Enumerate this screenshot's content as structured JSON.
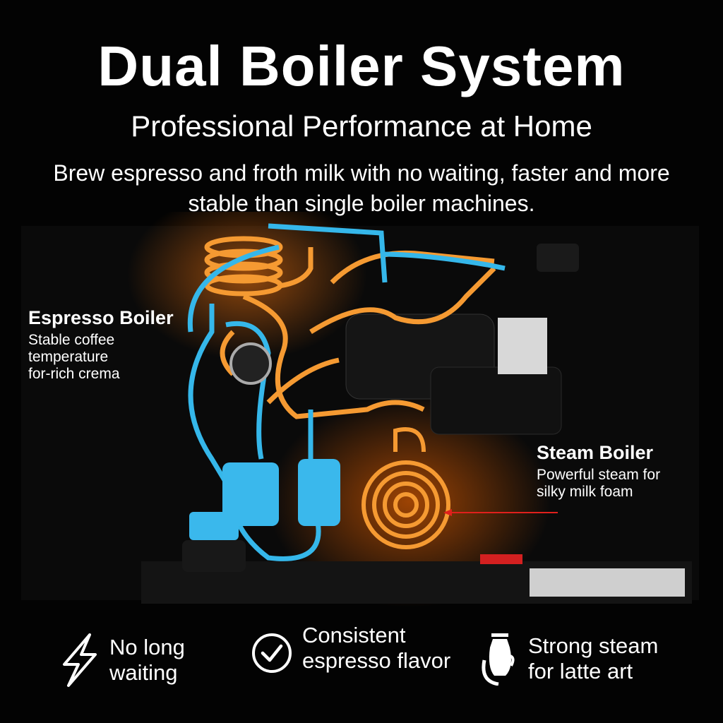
{
  "header": {
    "title": "Dual Boiler System",
    "subtitle": "Professional Performance at Home",
    "description": "Brew espresso and froth milk with no waiting, faster and more stable than single boiler machines."
  },
  "callouts": {
    "espresso": {
      "title": "Espresso Boiler",
      "lines": [
        "Stable coffee",
        "temperature",
        "for-rich crema"
      ]
    },
    "steam": {
      "title": "Steam Boiler",
      "lines": [
        "Powerful steam for",
        "silky milk foam"
      ]
    }
  },
  "features": [
    {
      "icon": "lightning-icon",
      "lines": [
        "No long",
        "waiting"
      ]
    },
    {
      "icon": "check-circle-icon",
      "lines": [
        "Consistent",
        "espresso flavor"
      ]
    },
    {
      "icon": "milk-pitcher-icon",
      "lines": [
        "Strong steam",
        "for latte art"
      ]
    }
  ],
  "colors": {
    "orange": "#f59a32",
    "blue": "#35b7ea",
    "arrow": "#e0201c"
  }
}
